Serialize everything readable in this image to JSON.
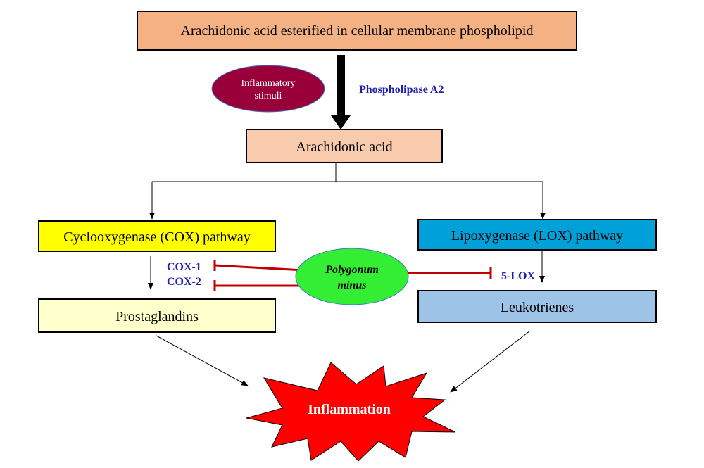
{
  "nodes": {
    "membrane": {
      "label": "Arachidonic acid esterified in cellular membrane phospholipid",
      "fill": "#F4B183"
    },
    "stimuli": {
      "line1": "Inflammatory",
      "line2": "stimuli",
      "fill": "#99003A"
    },
    "phospholipase": {
      "label": "Phospholipase A2",
      "color": "#1F1FB4"
    },
    "arachidonic": {
      "label": "Arachidonic acid",
      "fill": "#F8CBAD"
    },
    "cox_pathway": {
      "label": "Cyclooxygenase (COX) pathway",
      "fill": "#FFFF00"
    },
    "lox_pathway": {
      "label": "Lipoxygenase (LOX) pathway",
      "fill": "#00A0D8"
    },
    "prostaglandins": {
      "label": "Prostaglandins",
      "fill": "#FFFFCC"
    },
    "leukotrienes": {
      "label": "Leukotrienes",
      "fill": "#9DC3E6"
    },
    "polygonum": {
      "line1": "Polygonum",
      "line2": "minus",
      "fill": "#33EE33"
    },
    "cox1": {
      "label": "COX-1"
    },
    "cox2": {
      "label": "COX-2"
    },
    "lox5": {
      "label": "5-LOX"
    },
    "inflammation": {
      "label": "Inflammation",
      "fill": "#FF0000"
    }
  },
  "colors": {
    "inhibition": "#C00000",
    "enzyme_label": "#1F1FB4"
  }
}
